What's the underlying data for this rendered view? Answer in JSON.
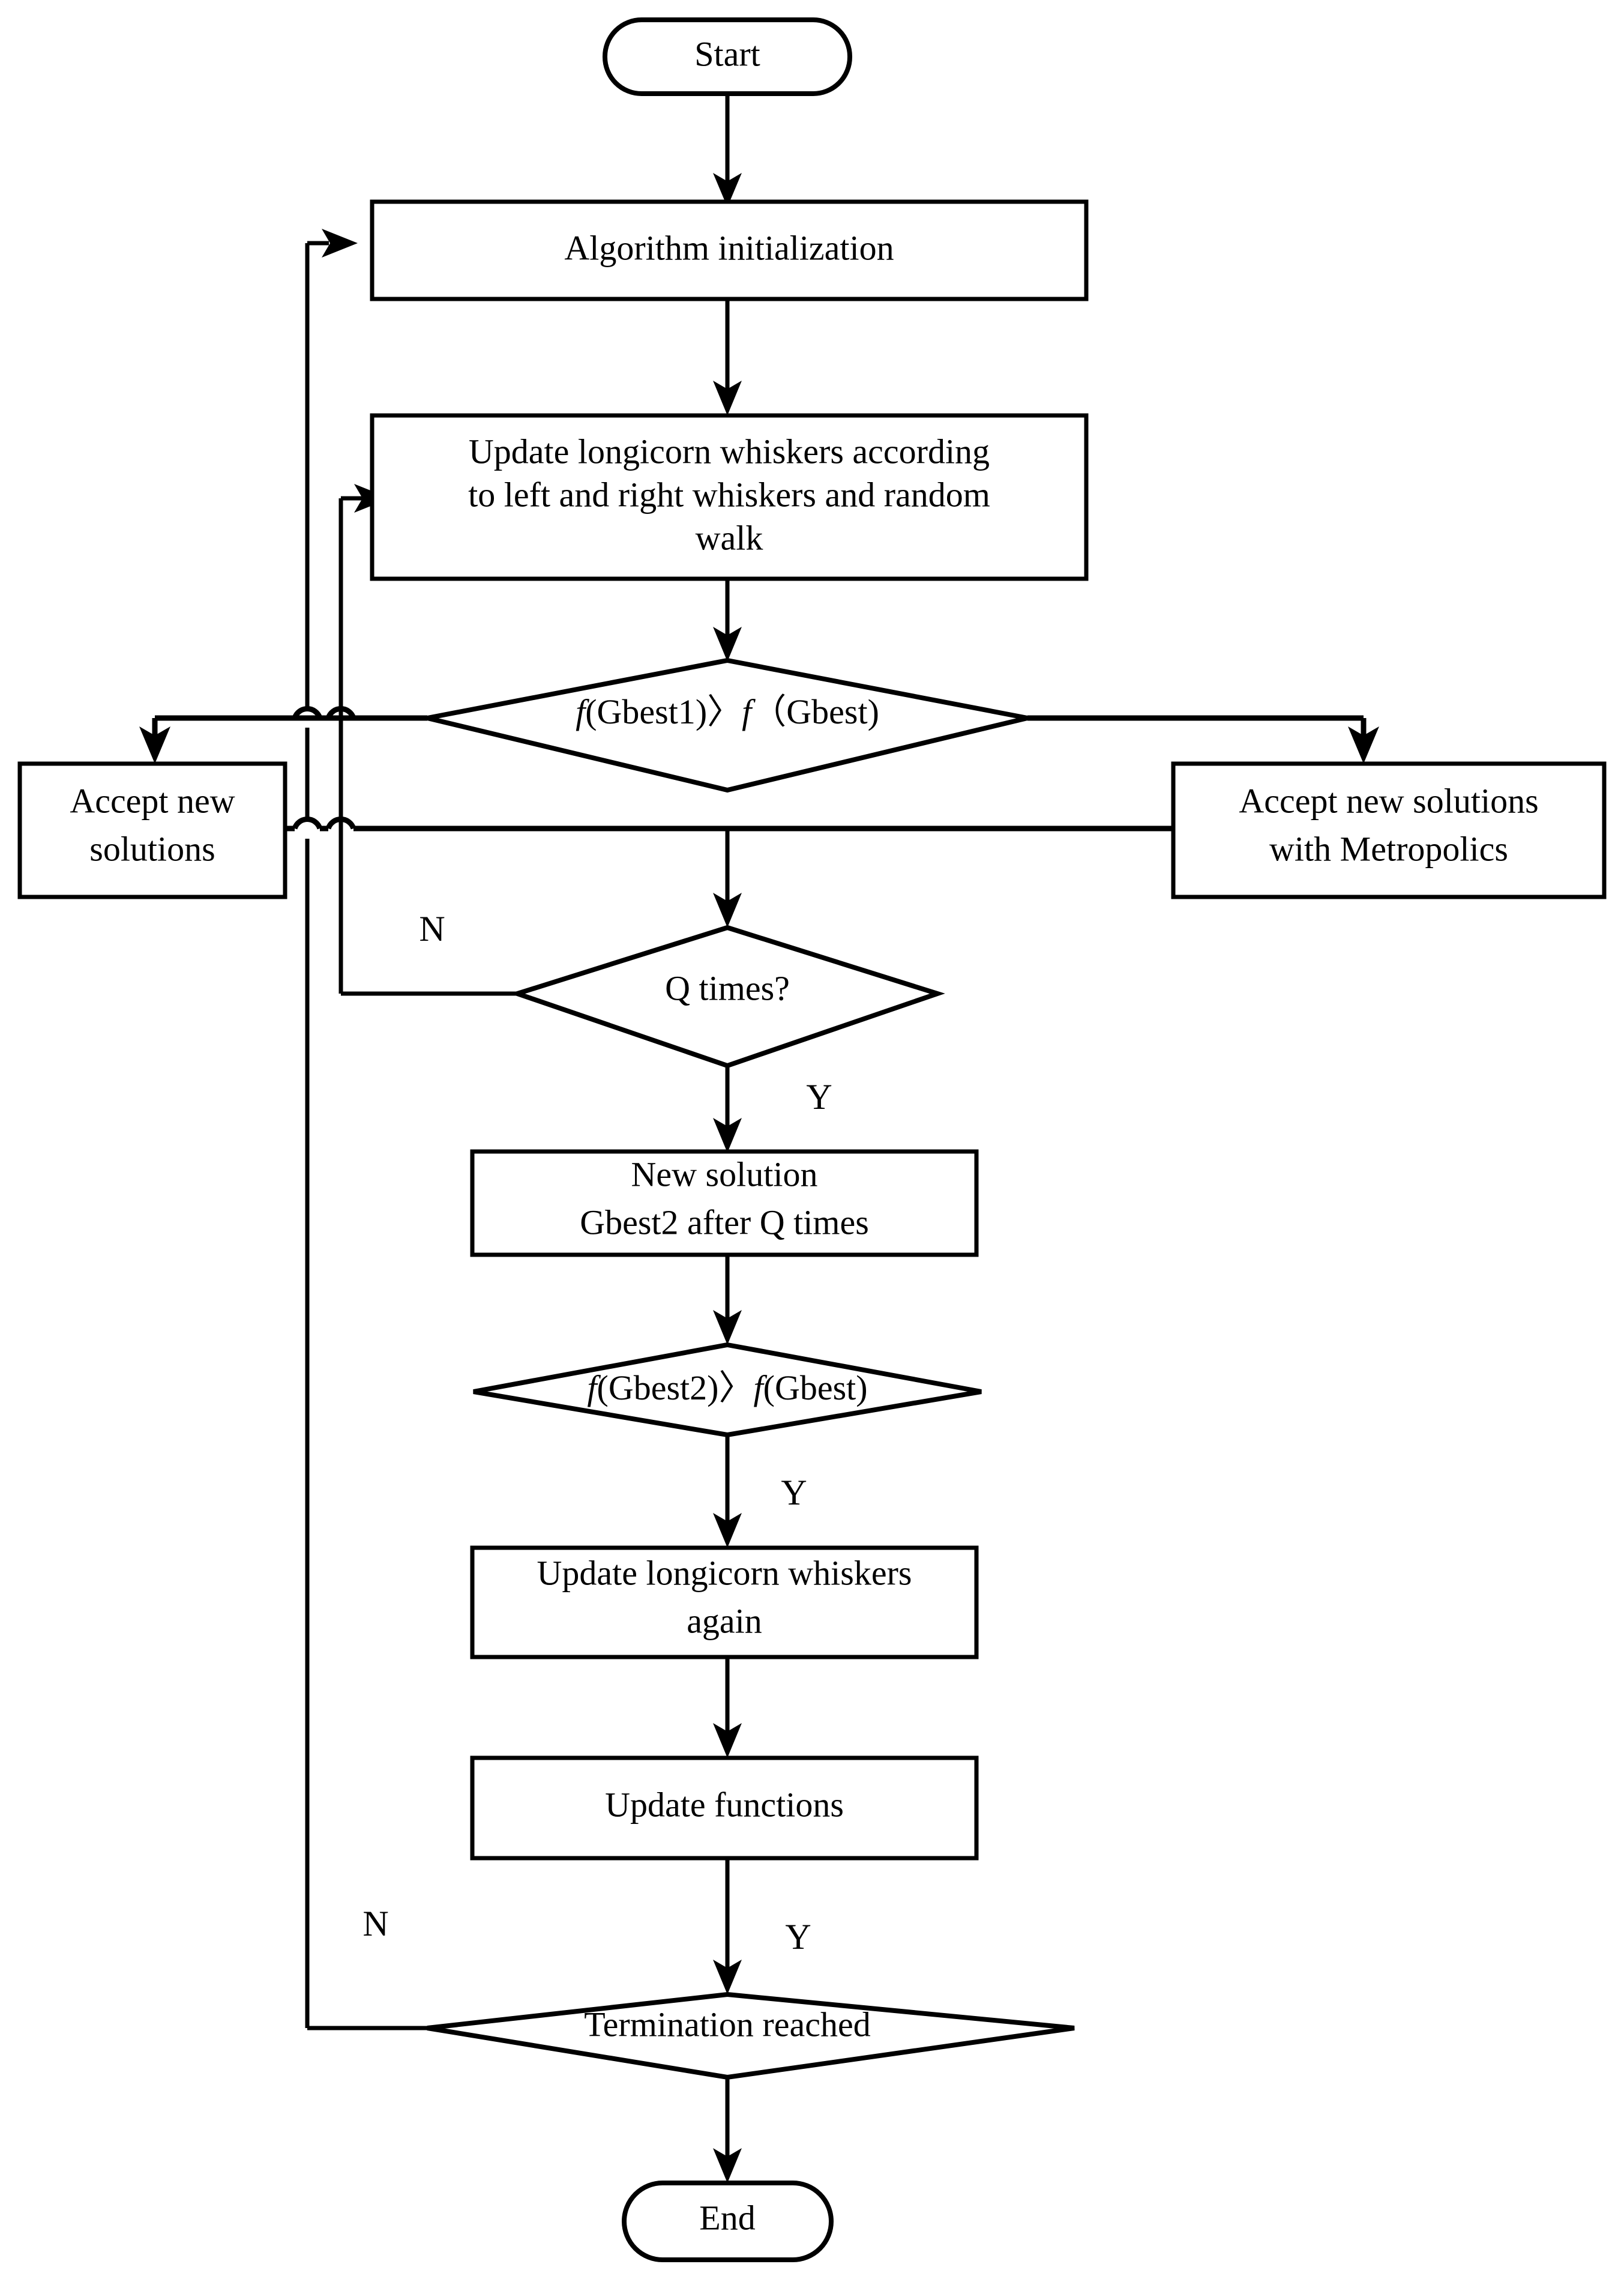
{
  "diagram": {
    "title": "Algorithm flowchart",
    "type": "flowchart",
    "background_color": "#ffffff",
    "line_color": "#000000",
    "text_color": "#000000",
    "nodes": {
      "start": {
        "label": "Start",
        "shape": "terminator"
      },
      "init": {
        "label": "Algorithm initialization",
        "shape": "process"
      },
      "update_whiskers": {
        "line1": "Update longicorn whiskers according",
        "line2": "to left and right whiskers and random",
        "line3": "walk",
        "shape": "process"
      },
      "decision_gbest1": {
        "label": "f(Gbest1)〉f（Gbest)",
        "part_f1": "f",
        "part_a": "(Gbest1)",
        "part_gt": "〉",
        "part_f2": "f",
        "part_b": "（Gbest)",
        "shape": "decision"
      },
      "accept_left": {
        "line1": "Accept new",
        "line2": "solutions",
        "shape": "process"
      },
      "accept_right": {
        "line1": "Accept new solutions",
        "line2": "with Metropolics",
        "shape": "process"
      },
      "decision_q": {
        "label": "Q times?",
        "shape": "decision"
      },
      "new_solution": {
        "line1": "New solution",
        "line2": "Gbest2 after Q times",
        "shape": "process"
      },
      "decision_gbest2": {
        "label": "f(Gbest2)〉f(Gbest)",
        "part_f1": "f",
        "part_a": "(Gbest2)",
        "part_gt": "〉",
        "part_f2": "f",
        "part_b": "(Gbest)",
        "shape": "decision"
      },
      "update_again": {
        "line1": "Update longicorn whiskers",
        "line2": "again",
        "shape": "process"
      },
      "update_functions": {
        "label": "Update functions",
        "shape": "process"
      },
      "decision_termination": {
        "label": "Termination reached",
        "shape": "decision"
      },
      "end": {
        "label": "End",
        "shape": "terminator"
      }
    },
    "edge_labels": {
      "q_no": "N",
      "q_yes": "Y",
      "gbest2_yes": "Y",
      "termination_no": "N",
      "termination_yes": "Y"
    }
  }
}
